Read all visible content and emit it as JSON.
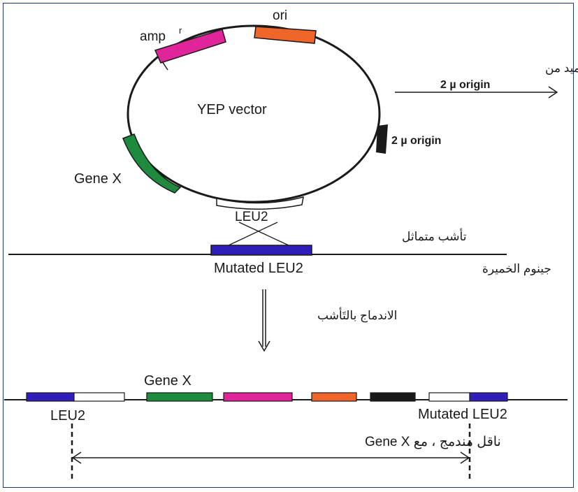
{
  "plasmid": {
    "name": "YEP vector",
    "amp_label": "amp",
    "amp_superscript": "r",
    "ori_label": "ori",
    "two_micron_label": "2 µ  origin",
    "gene_x_label": "Gene X",
    "leu2_label": "LEU2"
  },
  "side_note": {
    "arabic": "يتضاعف كبلازميد من",
    "subtitle": "2 µ  origin"
  },
  "genome": {
    "crossover_label": "تأشب متماثل",
    "mutated_label": "Mutated LEU2",
    "genome_label": "جينوم الخميرة"
  },
  "integration_label": "الاندماج بالتَأشب",
  "result": {
    "gene_x_label": "Gene X",
    "left_label": "LEU2",
    "right_label": "Mutated LEU2",
    "span_label": "ناقل مندمج ، مع Gene X"
  },
  "colors": {
    "amp": "#e0259a",
    "ori": "#f0652a",
    "gene_x": "#1e8a3e",
    "two_micron": "#1a1a1a",
    "mutated": "#2f1fb8",
    "leu2": "#ffffff"
  }
}
